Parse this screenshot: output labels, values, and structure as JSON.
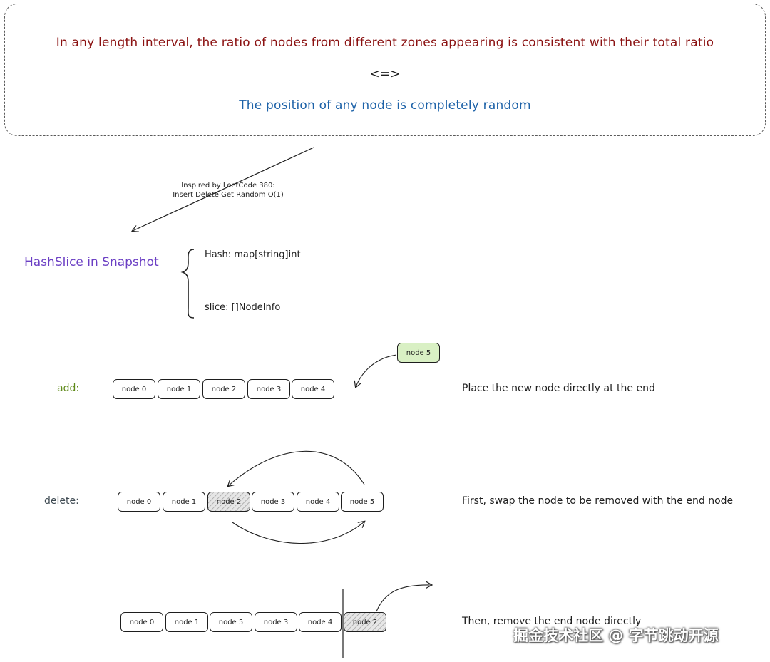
{
  "header": {
    "line1": "In any length interval, the ratio of nodes from different zones appearing is consistent with their total ratio",
    "equiv": "<=>",
    "line2": "The position of any node is completely random"
  },
  "inspiration": {
    "line1": "Inspired by LeetCode 380:",
    "line2": "Insert Delete Get Random O(1)"
  },
  "hashslice": {
    "title": "HashSlice in Snapshot",
    "hash_field": "Hash: map[string]int",
    "slice_field": "slice: []NodeInfo"
  },
  "add_row": {
    "label": "add:",
    "nodes": [
      "node 0",
      "node 1",
      "node 2",
      "node 3",
      "node 4"
    ],
    "new_node": "node 5",
    "description": "Place the new node directly at the end"
  },
  "delete_row": {
    "label": "delete:",
    "nodes": [
      "node 0",
      "node 1",
      "node 2",
      "node 3",
      "node 4",
      "node 5"
    ],
    "description": "First, swap the node to be removed with the end node"
  },
  "remove_row": {
    "nodes": [
      "node 0",
      "node 1",
      "node 5",
      "node 3",
      "node 4",
      "node 2"
    ],
    "description": "Then, remove the end node directly"
  },
  "watermark": "掘金技术社区 @ 字节跳动开源",
  "colors": {
    "red_text": "#8b1212",
    "blue_text": "#1d62a8",
    "purple_title": "#6b3fc4",
    "green_label": "#5f8a1a",
    "new_node_fill": "#d9f0c4",
    "hatch_fill": "#e6e6e6"
  }
}
